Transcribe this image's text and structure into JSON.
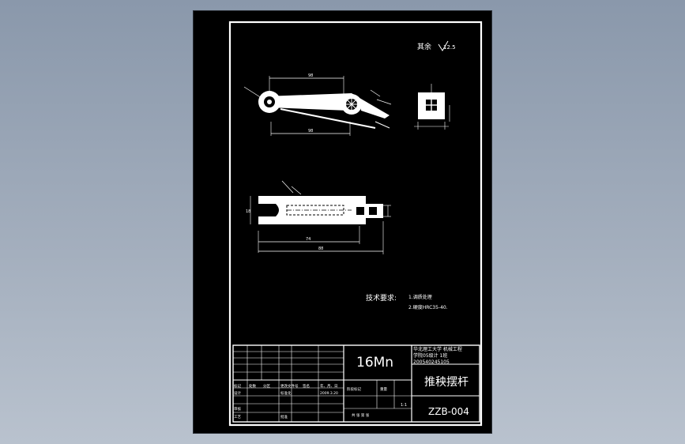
{
  "roughness": {
    "label": "其余",
    "value": "12.5"
  },
  "dimensions": {
    "top_upper": "98",
    "top_lower": "98",
    "front_a": "74",
    "front_b": "88",
    "front_h": "18"
  },
  "tech_requirements": {
    "heading": "技术要求:",
    "item1": "1.调质处理",
    "item2": "2.硬度HRC35-40."
  },
  "title_block": {
    "material": "16Mn",
    "school_line1": "华北理工大学 机械工程",
    "school_line2": "学院05级计 1班",
    "school_line3": "200540245105",
    "part_name": "推秧摆杆",
    "drawing_no": "ZZB-004",
    "scale": "1:1",
    "marks_row": [
      "标记",
      "处数",
      "分区",
      "更改文件号",
      "签名",
      "年、月、日"
    ],
    "design": "设计",
    "review": "审核",
    "process": "工艺",
    "standard": "标准化",
    "approve": "批准",
    "date": "2009.3.20",
    "stage": "阶段标记",
    "weight": "重量",
    "sheets": "共 张 第 张"
  }
}
